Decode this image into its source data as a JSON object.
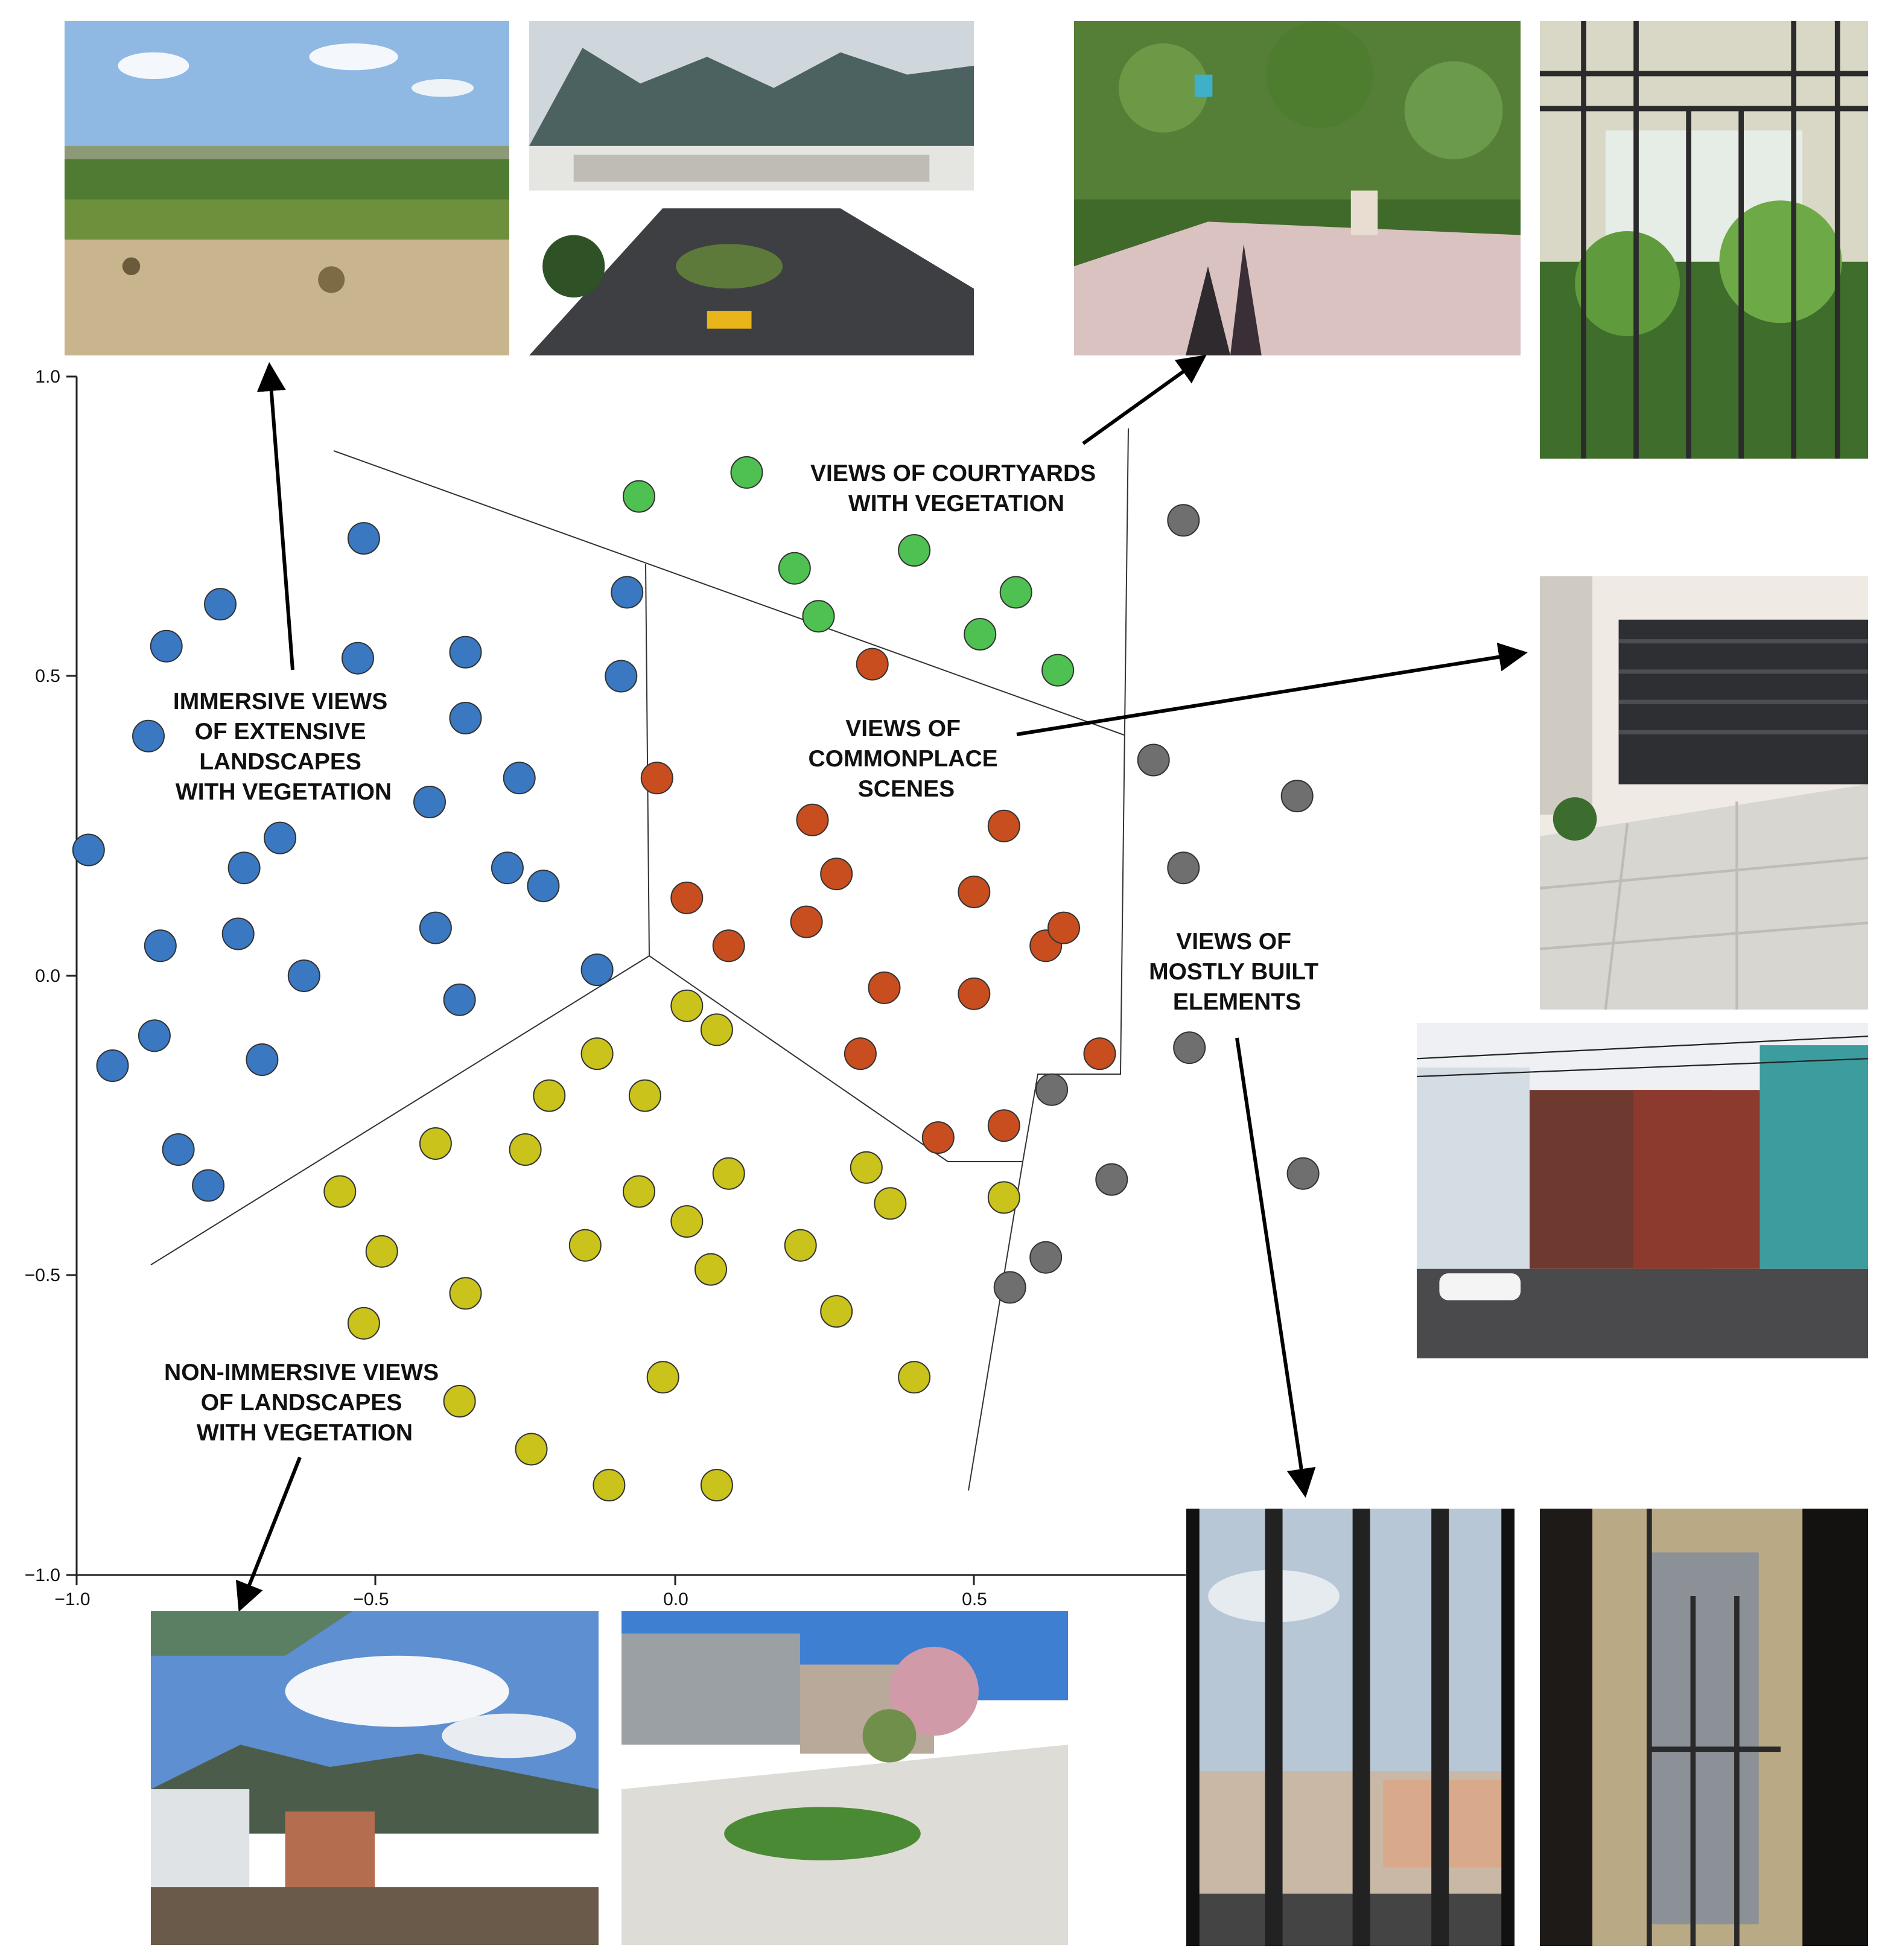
{
  "chart_data": {
    "type": "scatter",
    "title": "",
    "xlabel": "",
    "ylabel": "",
    "xlim": [
      -1.0,
      1.0
    ],
    "ylim": [
      -1.0,
      1.0
    ],
    "x_ticks": [
      "−1.0",
      "−0.5",
      "0.0",
      "0.5"
    ],
    "y_ticks": [
      "1.0",
      "0.5",
      "0.0",
      "−0.5",
      "−1.0"
    ],
    "grid": false,
    "legend": "none",
    "series": [
      {
        "label_lines": [
          "IMMERSIVE VIEWS",
          "OF EXTENSIVE",
          "LANDSCAPES",
          "WITH VEGETATION"
        ],
        "color": "#3a78c1",
        "points": [
          [
            -0.52,
            0.73
          ],
          [
            -0.76,
            0.62
          ],
          [
            -0.85,
            0.55
          ],
          [
            -0.53,
            0.53
          ],
          [
            -0.88,
            0.4
          ],
          [
            -0.41,
            0.29
          ],
          [
            -0.98,
            0.21
          ],
          [
            -0.72,
            0.18
          ],
          [
            -0.66,
            0.23
          ],
          [
            -0.73,
            0.07
          ],
          [
            -0.86,
            0.05
          ],
          [
            -0.62,
            0.0
          ],
          [
            -0.87,
            -0.1
          ],
          [
            -0.94,
            -0.15
          ],
          [
            -0.69,
            -0.14
          ],
          [
            -0.83,
            -0.29
          ],
          [
            -0.78,
            -0.35
          ],
          [
            -0.35,
            0.54
          ],
          [
            -0.35,
            0.43
          ],
          [
            -0.26,
            0.33
          ],
          [
            -0.28,
            0.18
          ],
          [
            -0.22,
            0.15
          ],
          [
            -0.4,
            0.08
          ],
          [
            -0.36,
            -0.04
          ],
          [
            -0.13,
            0.01
          ],
          [
            -0.08,
            0.64
          ],
          [
            -0.09,
            0.5
          ]
        ]
      },
      {
        "label_lines": [
          "VIEWS OF COURTYARDS",
          "WITH VEGETATION"
        ],
        "color": "#4fc152",
        "points": [
          [
            -0.06,
            0.8
          ],
          [
            0.12,
            0.84
          ],
          [
            0.2,
            0.68
          ],
          [
            0.24,
            0.6
          ],
          [
            0.4,
            0.71
          ],
          [
            0.51,
            0.57
          ],
          [
            0.57,
            0.64
          ],
          [
            0.64,
            0.51
          ]
        ]
      },
      {
        "label_lines": [
          "VIEWS OF",
          "COMMONPLACE",
          "SCENES"
        ],
        "color": "#c84e1f",
        "points": [
          [
            -0.03,
            0.33
          ],
          [
            0.33,
            0.52
          ],
          [
            0.23,
            0.26
          ],
          [
            0.02,
            0.13
          ],
          [
            0.27,
            0.17
          ],
          [
            0.22,
            0.09
          ],
          [
            0.09,
            0.05
          ],
          [
            0.35,
            -0.02
          ],
          [
            0.31,
            -0.13
          ],
          [
            0.5,
            0.14
          ],
          [
            0.55,
            0.25
          ],
          [
            0.5,
            -0.03
          ],
          [
            0.62,
            0.05
          ],
          [
            0.65,
            0.08
          ],
          [
            0.71,
            -0.13
          ],
          [
            0.44,
            -0.27
          ],
          [
            0.55,
            -0.25
          ]
        ]
      },
      {
        "label_lines": [
          "VIEWS OF",
          "MOSTLY BUILT",
          "ELEMENTS"
        ],
        "color": "#6f6f6f",
        "points": [
          [
            0.85,
            0.76
          ],
          [
            0.8,
            0.36
          ],
          [
            1.04,
            0.3
          ],
          [
            0.85,
            0.18
          ],
          [
            0.86,
            -0.12
          ],
          [
            0.63,
            -0.19
          ],
          [
            0.73,
            -0.34
          ],
          [
            1.05,
            -0.33
          ],
          [
            0.62,
            -0.47
          ],
          [
            0.56,
            -0.52
          ]
        ]
      },
      {
        "label_lines": [
          "NON-IMMERSIVE VIEWS",
          "OF LANDSCAPES",
          "WITH VEGETATION"
        ],
        "color": "#c9c31c",
        "points": [
          [
            0.02,
            -0.05
          ],
          [
            0.07,
            -0.09
          ],
          [
            -0.13,
            -0.13
          ],
          [
            -0.05,
            -0.2
          ],
          [
            -0.21,
            -0.2
          ],
          [
            -0.4,
            -0.28
          ],
          [
            -0.25,
            -0.29
          ],
          [
            -0.56,
            -0.36
          ],
          [
            -0.06,
            -0.36
          ],
          [
            0.09,
            -0.33
          ],
          [
            0.32,
            -0.32
          ],
          [
            0.36,
            -0.38
          ],
          [
            0.55,
            -0.37
          ],
          [
            -0.49,
            -0.46
          ],
          [
            -0.15,
            -0.45
          ],
          [
            0.02,
            -0.41
          ],
          [
            0.06,
            -0.49
          ],
          [
            0.21,
            -0.45
          ],
          [
            -0.35,
            -0.53
          ],
          [
            -0.52,
            -0.58
          ],
          [
            0.27,
            -0.56
          ],
          [
            -0.36,
            -0.71
          ],
          [
            -0.02,
            -0.67
          ],
          [
            0.4,
            -0.67
          ],
          [
            -0.24,
            -0.79
          ],
          [
            -0.11,
            -0.85
          ],
          [
            0.07,
            -0.85
          ]
        ]
      }
    ]
  },
  "photos": [
    {
      "name": "photo-extensive-landscape",
      "subject": "wide green valley with dry grass and blue sky"
    },
    {
      "name": "photo-mountain-neighborhood",
      "subject": "residential street below mountains"
    },
    {
      "name": "photo-courtyard-vegetation",
      "subject": "courtyard with climbing plants"
    },
    {
      "name": "photo-gated-garden-passage",
      "subject": "gate with plants in passage"
    },
    {
      "name": "photo-tiled-patio-gate",
      "subject": "tiled patio behind a barred gate"
    },
    {
      "name": "photo-street-facades",
      "subject": "street with red house facades and a white car"
    },
    {
      "name": "photo-balcony-mountain-view",
      "subject": "view from balcony over houses toward forested mountain"
    },
    {
      "name": "photo-screened-street-trees",
      "subject": "street with flowering trees seen through a screen"
    },
    {
      "name": "photo-window-bars-houses",
      "subject": "houses seen through window bars"
    },
    {
      "name": "photo-narrow-window-alley",
      "subject": "narrow alley seen through a dark window"
    }
  ]
}
